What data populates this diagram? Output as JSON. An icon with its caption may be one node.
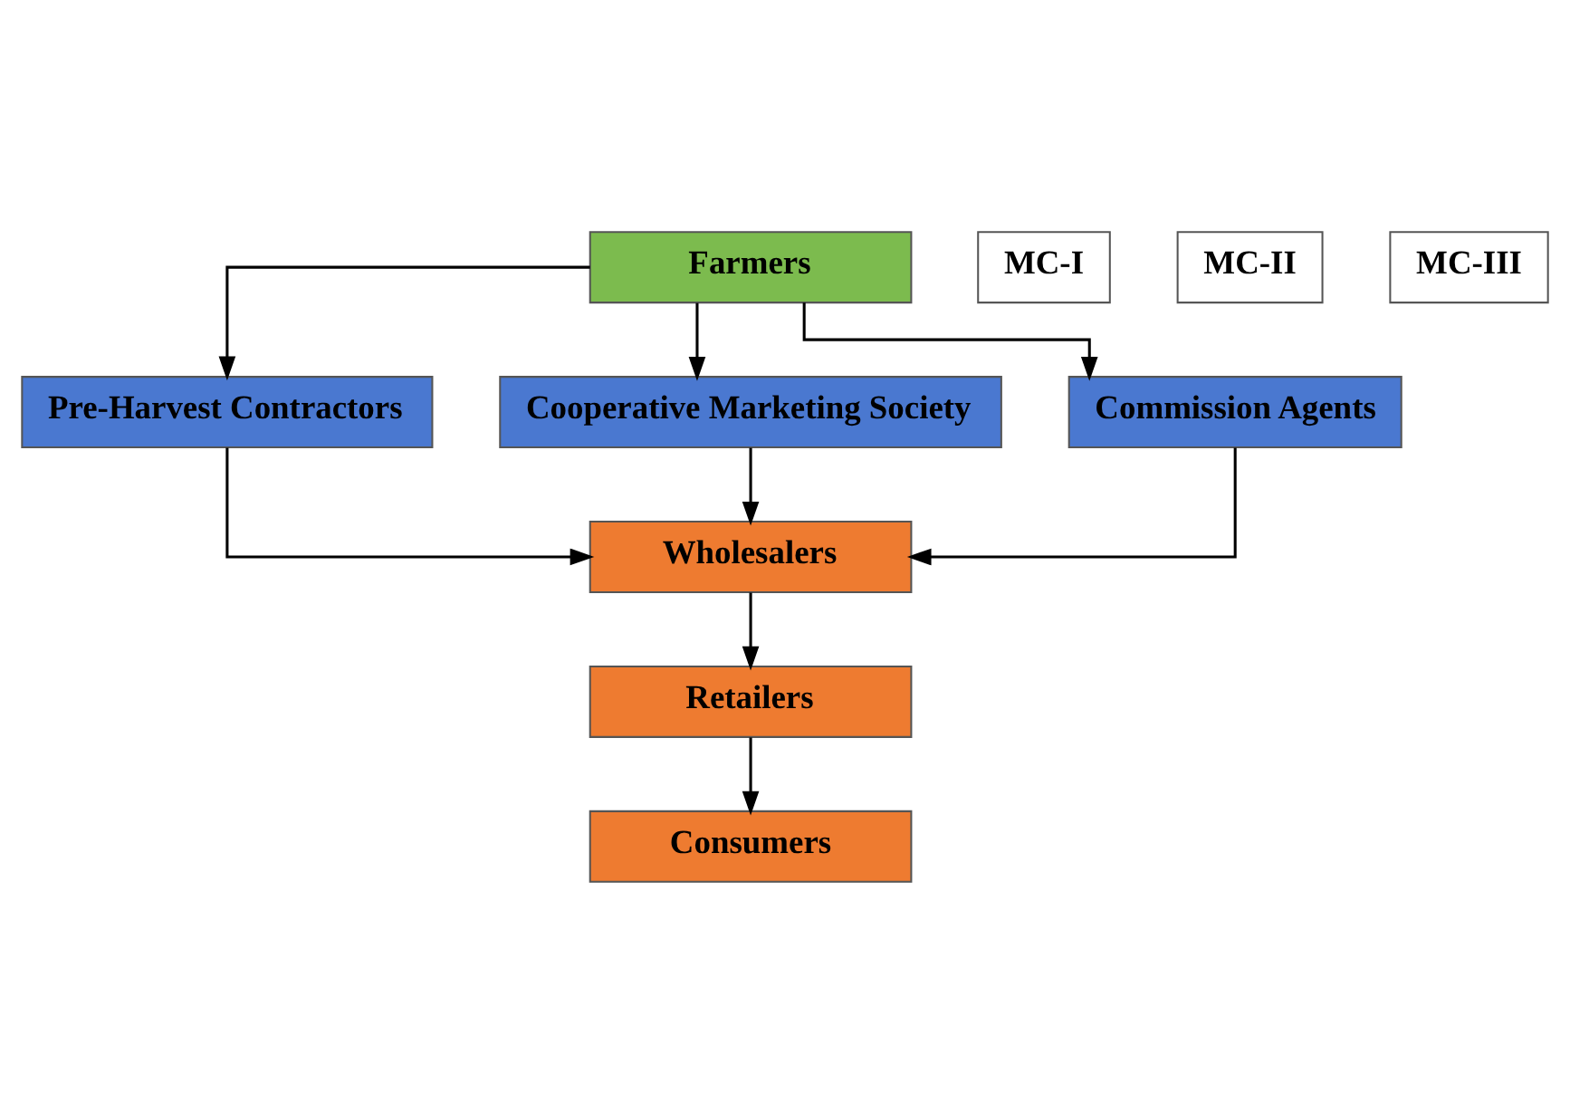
{
  "diagram": {
    "nodes": [
      {
        "text": [
          "Farmers"
        ]
      },
      {
        "text": [
          "MC-I"
        ]
      },
      {
        "text": [
          "MC-II"
        ]
      },
      {
        "text": [
          "MC-III"
        ]
      },
      {
        "text": [
          "Pre-Harvest Contractors"
        ]
      },
      {
        "text": [
          "Cooperative Marketing Society"
        ]
      },
      {
        "text": [
          "Commission Agents"
        ]
      },
      {
        "text": [
          "Wholesalers"
        ]
      },
      {
        "text": [
          "Retailers"
        ]
      },
      {
        "text": [
          "Consumers"
        ]
      }
    ],
    "edges": [
      {
        "from": 0,
        "to": 4,
        "arrow": "to"
      },
      {
        "from": 0,
        "to": 5,
        "arrow": "to"
      },
      {
        "from": 0,
        "to": 6,
        "arrow": "to"
      },
      {
        "from": 4,
        "to": 7,
        "arrow": "to"
      },
      {
        "from": 5,
        "to": 7,
        "arrow": "to"
      },
      {
        "from": 6,
        "to": 7,
        "arrow": "to"
      },
      {
        "from": 7,
        "to": 8,
        "arrow": "to"
      },
      {
        "from": 8,
        "to": 9,
        "arrow": "to"
      }
    ]
  }
}
